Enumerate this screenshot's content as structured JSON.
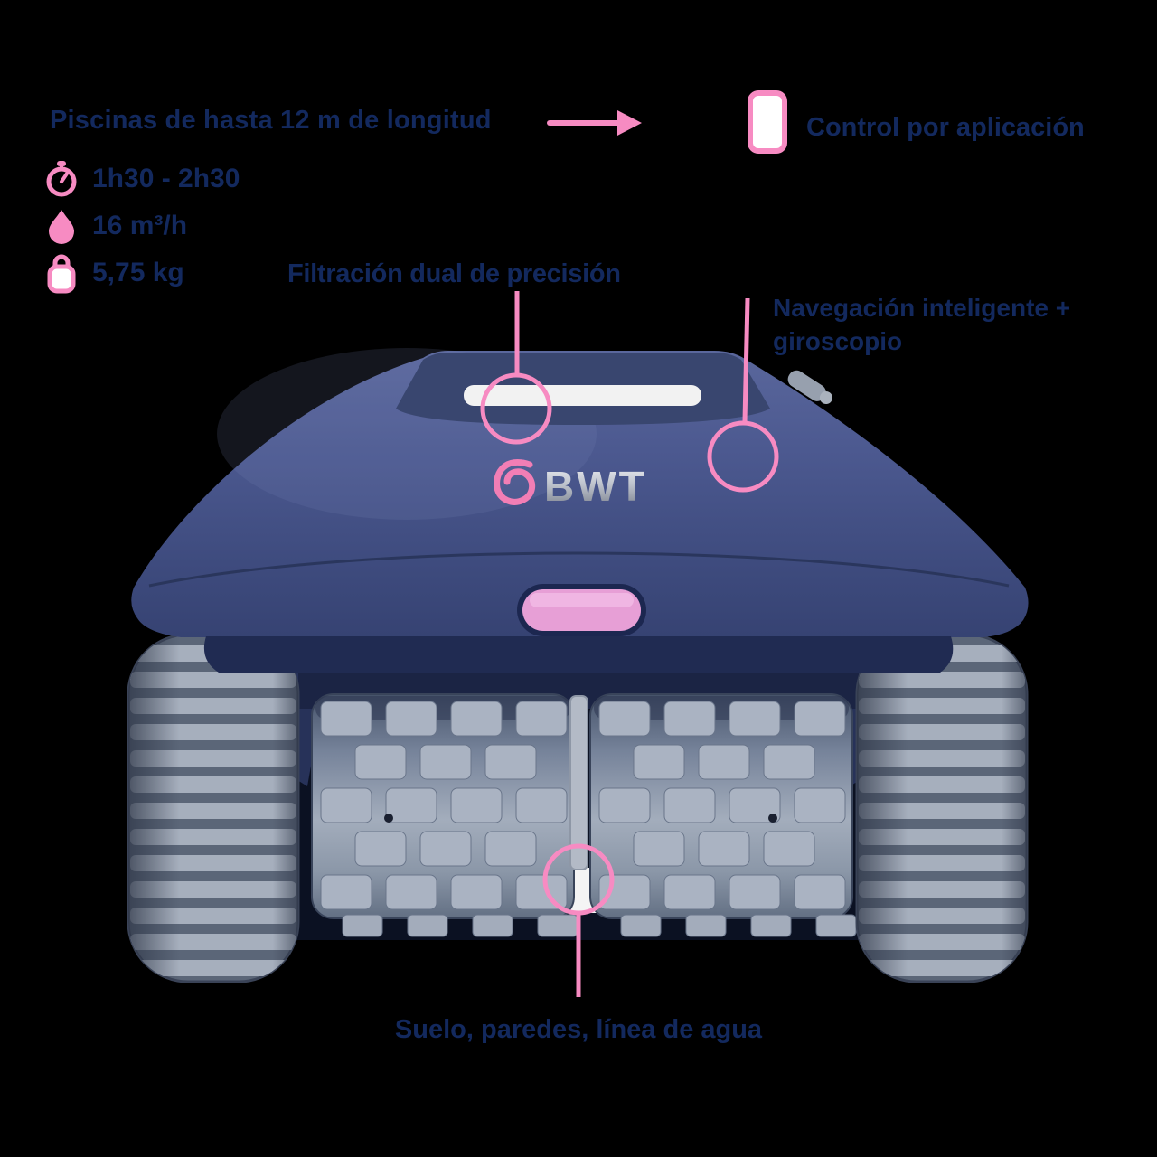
{
  "colors": {
    "accent_pink": "#F78BC2",
    "button_pink": "#E79FD6",
    "navy_text": "#13295E",
    "body_navy": "#3E4B7E",
    "track_gray": "#8D97A8",
    "logo_silver": "#C9CDD6",
    "background": "#000000"
  },
  "header": {
    "pool_length_label": "Piscinas de hasta 12 m de longitud",
    "app_control_label": "Control por aplicación"
  },
  "specs": [
    {
      "icon": "stopwatch-icon",
      "value": "1h30 - 2h30"
    },
    {
      "icon": "droplet-icon",
      "value": "16 m³/h"
    },
    {
      "icon": "kettlebell-icon",
      "value": "5,75 kg"
    }
  ],
  "callouts": {
    "filtration": "Filtración dual de precisión",
    "navigation_line1": "Navegación inteligente +",
    "navigation_line2": "giroscopio",
    "surfaces": "Suelo, paredes, línea de agua"
  },
  "product": {
    "brand": "BWT"
  }
}
